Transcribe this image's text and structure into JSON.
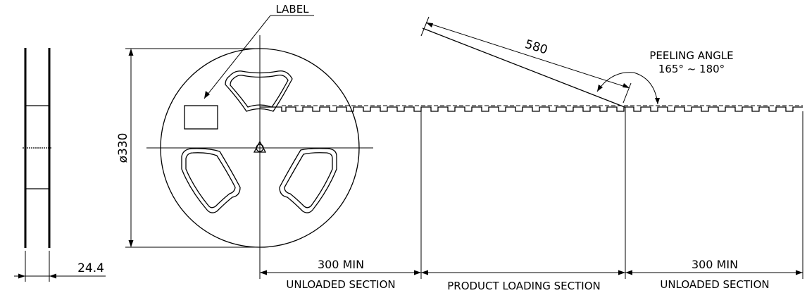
{
  "labels": {
    "label": "LABEL",
    "diameter": "ø330",
    "width": "24.4",
    "length": "580",
    "peeling_angle_title": "PEELING ANGLE",
    "peeling_angle_range": "165° ~ 180°",
    "min_left": "300 MIN",
    "min_right": "300 MIN",
    "section_left": "UNLOADED SECTION",
    "section_middle": "PRODUCT LOADING SECTION",
    "section_right": "UNLOADED SECTION"
  },
  "colors": {
    "line": "#000000",
    "background": "#ffffff"
  }
}
